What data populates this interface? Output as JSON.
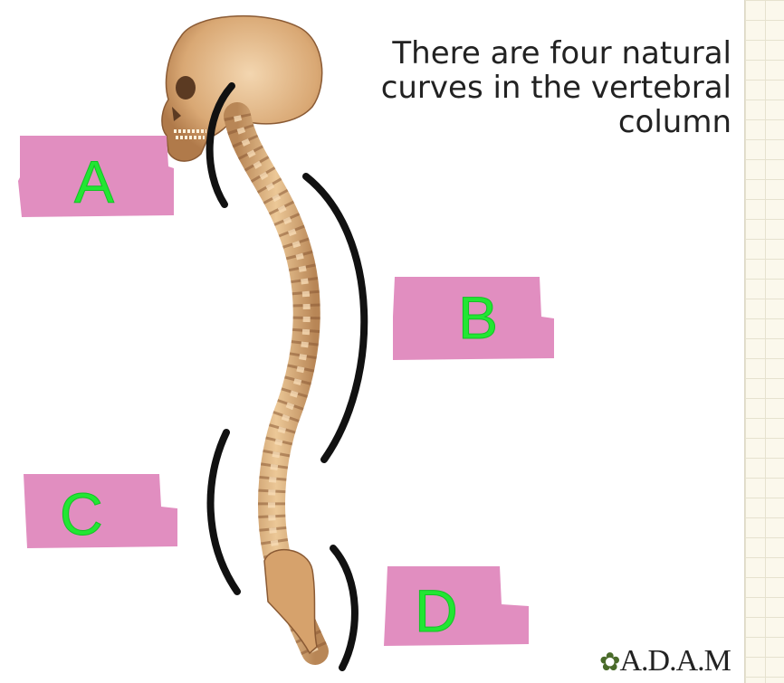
{
  "caption": {
    "line1": "There are four natural",
    "line2": "curves in the vertebral",
    "line3": "column"
  },
  "labels": [
    "A",
    "B",
    "C",
    "D"
  ],
  "brand": {
    "text": "A.D.A.M"
  },
  "colors": {
    "label_fill": "#e18ec0",
    "label_text": "#22e633",
    "bracket": "#111111",
    "bone": "#d9a874"
  }
}
